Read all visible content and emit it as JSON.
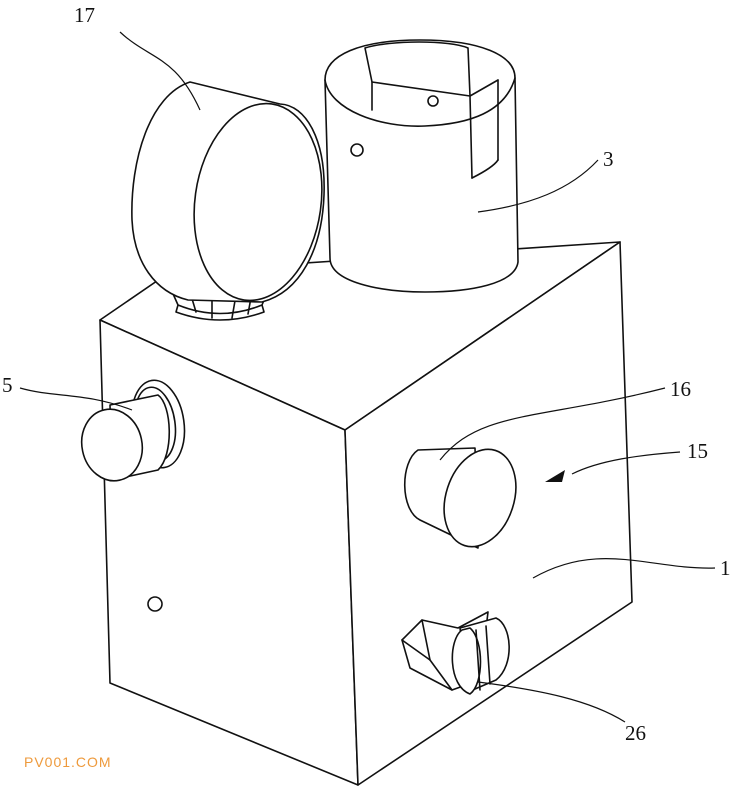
{
  "labels": {
    "l17": "17",
    "l3": "3",
    "l5": "5",
    "l16": "16",
    "l15": "15",
    "l1": "1",
    "l26": "26"
  },
  "watermark": "PV001.COM",
  "colors": {
    "line": "#111111",
    "watermark": "#ee9a3c",
    "background": "#ffffff"
  }
}
